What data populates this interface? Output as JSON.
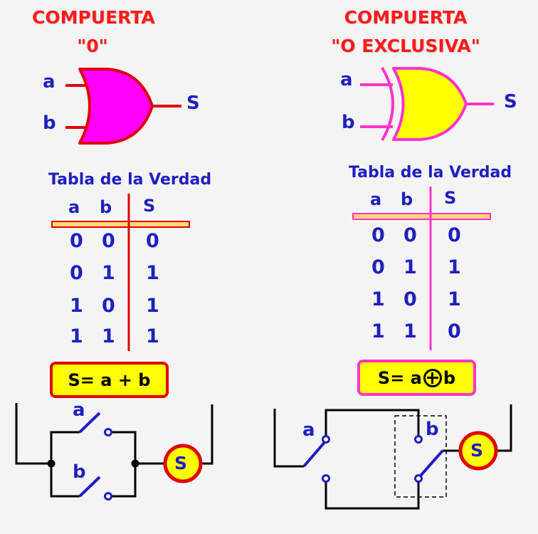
{
  "or_gate": {
    "title_line1": "COMPUERTA",
    "title_line2": "\"0\"",
    "input_a": "a",
    "input_b": "b",
    "output": "S",
    "table_title": "Tabla de la Verdad",
    "headers": [
      "a",
      "b",
      "S"
    ],
    "rows": [
      [
        "0",
        "0",
        "0"
      ],
      [
        "0",
        "1",
        "1"
      ],
      [
        "1",
        "0",
        "1"
      ],
      [
        "1",
        "1",
        "1"
      ]
    ],
    "formula": "S= a + b",
    "circuit": {
      "switch_a": "a",
      "switch_b": "b",
      "lamp": "S"
    }
  },
  "xor_gate": {
    "title_line1": "COMPUERTA",
    "title_line2": "\"O EXCLUSIVA\"",
    "input_a": "a",
    "input_b": "b",
    "output": "S",
    "table_title": "Tabla de la Verdad",
    "headers": [
      "a",
      "b",
      "S"
    ],
    "rows": [
      [
        "0",
        "0",
        "0"
      ],
      [
        "0",
        "1",
        "1"
      ],
      [
        "1",
        "0",
        "1"
      ],
      [
        "1",
        "1",
        "0"
      ]
    ],
    "formula_lhs": "S= a",
    "formula_rhs": "b",
    "circuit": {
      "switch_a": "a",
      "switch_b": "b",
      "lamp": "S"
    }
  },
  "colors": {
    "title_red": "#ff1a1a",
    "label_blue": "#1f1fc0",
    "or_fill": "#ff00ff",
    "xor_fill": "#ffff00",
    "lamp_fill": "#ffff00",
    "lamp_border": "#e00000"
  }
}
